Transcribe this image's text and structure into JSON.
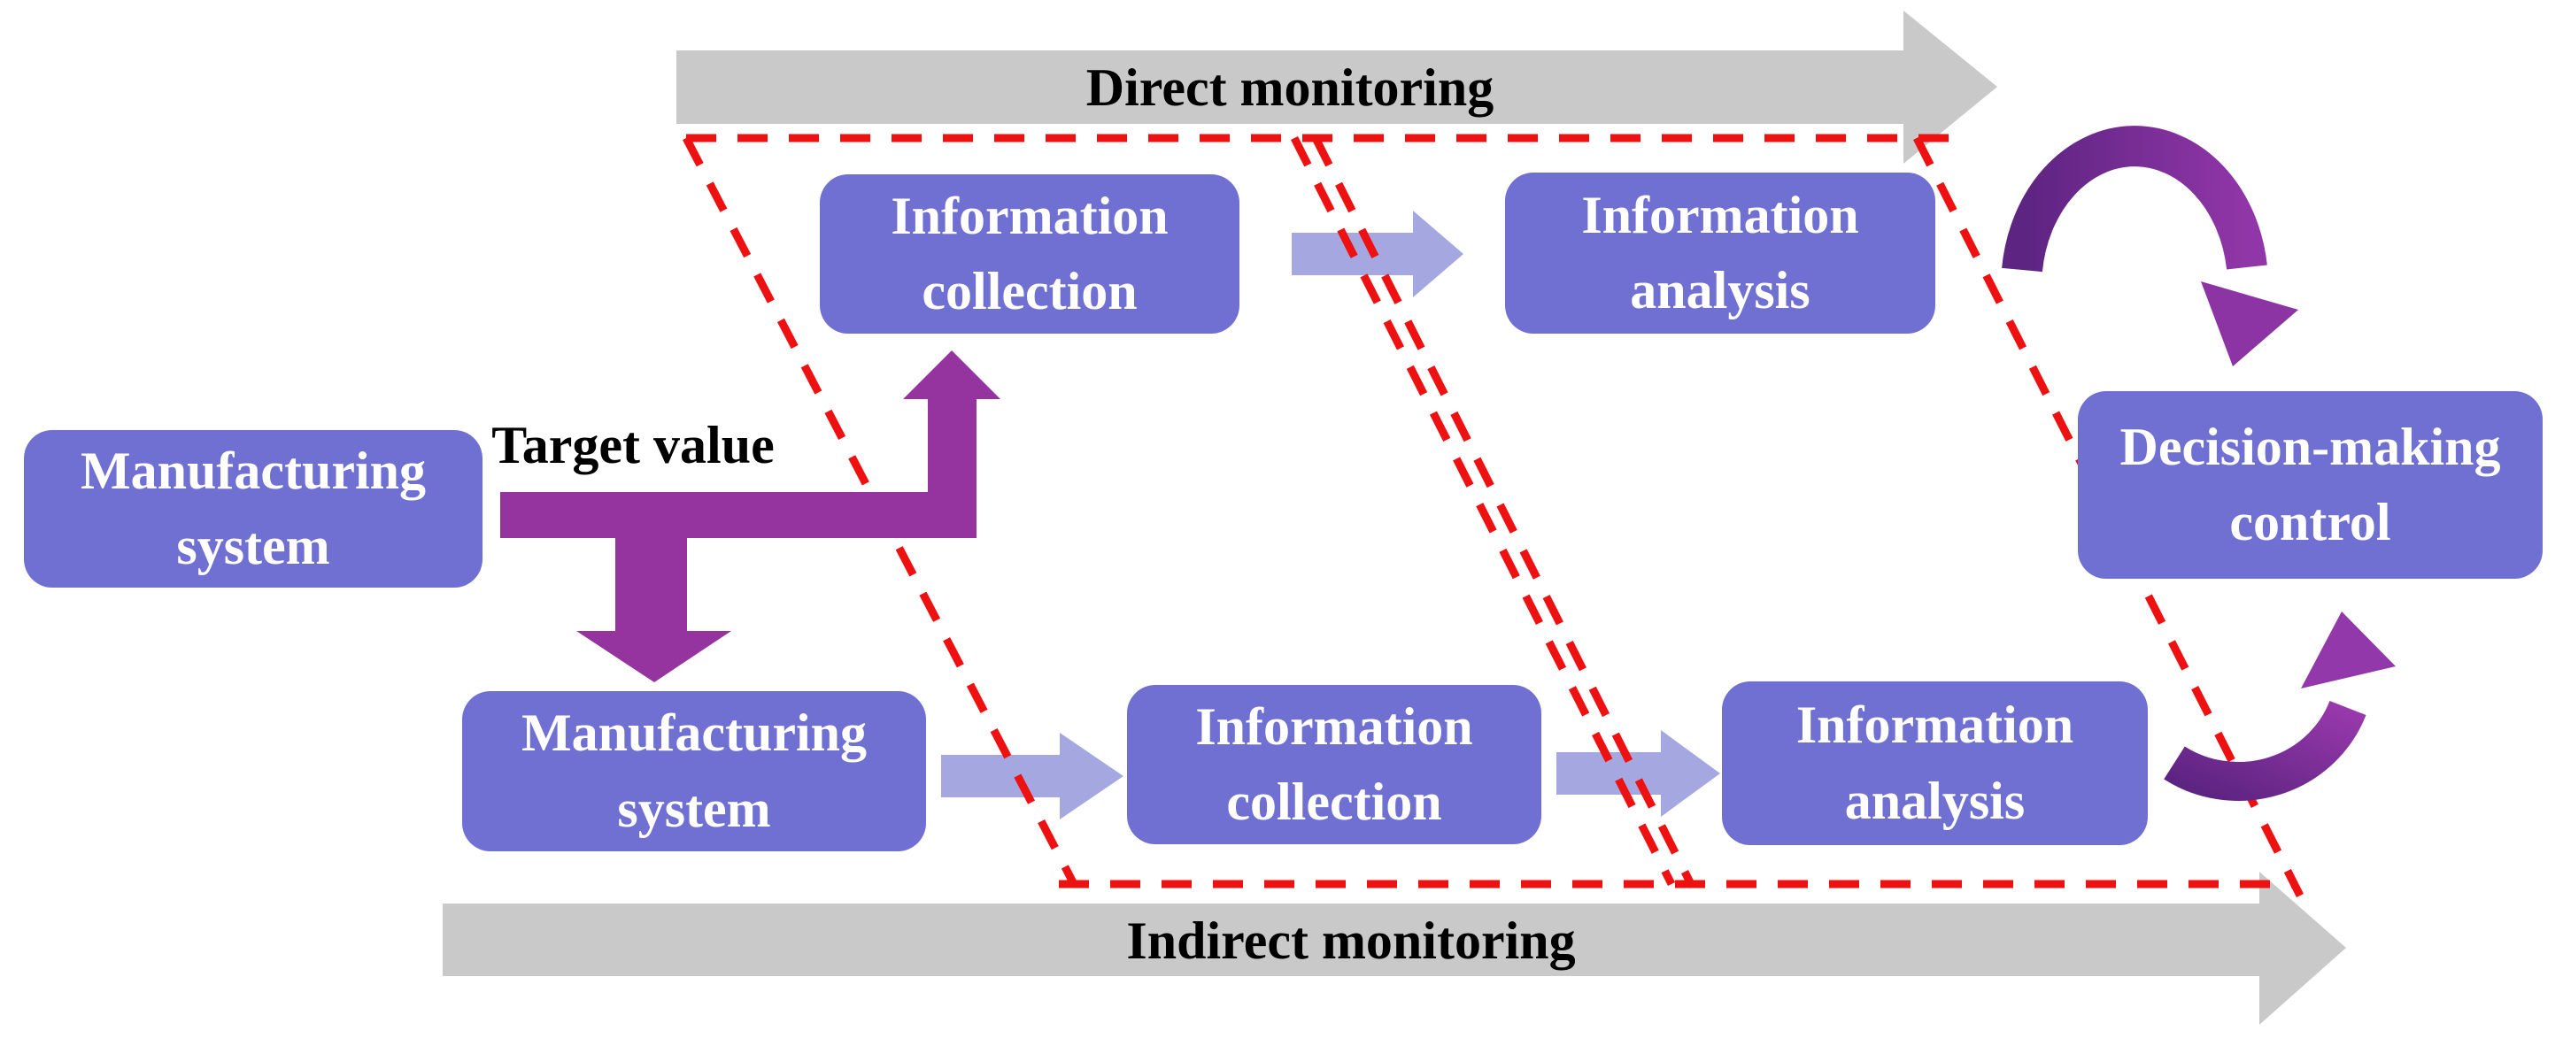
{
  "boxes": {
    "manufacturing_source": "Manufacturing\nsystem",
    "collection_direct": "Information\ncollection",
    "analysis_direct": "Information\nanalysis",
    "manufacturing_indirect": "Manufacturing\nsystem",
    "collection_indirect": "Information\ncollection",
    "analysis_indirect": "Information\nanalysis",
    "decision": "Decision-making\ncontrol"
  },
  "labels": {
    "direct_monitoring": "Direct monitoring",
    "indirect_monitoring": "Indirect monitoring",
    "target_value": "Target value"
  },
  "colors": {
    "box_fill": "#6F70D2",
    "box_text": "#FFFFFF",
    "light_flow_arrow": "#A5A8E0",
    "target_value_arrow": "#96349F",
    "curved_arrow_dark": "#5D2481",
    "curved_arrow_bright": "#9939AC",
    "monitoring_arrow": "#C9C9C9",
    "dashed_boundary": "#EE1111",
    "label_text": "#000000"
  }
}
